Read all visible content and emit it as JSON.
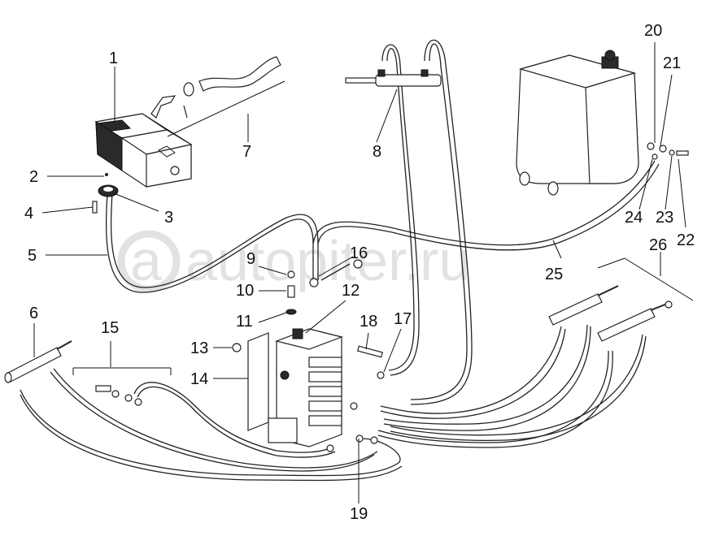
{
  "watermark": "autopiter.ru",
  "callouts": {
    "c1": "1",
    "c2": "2",
    "c3": "3",
    "c4": "4",
    "c5": "5",
    "c6": "6",
    "c7": "7",
    "c8": "8",
    "c9": "9",
    "c10": "10",
    "c11": "11",
    "c12": "12",
    "c13": "13",
    "c14": "14",
    "c15": "15",
    "c16": "16",
    "c17": "17",
    "c18": "18",
    "c19": "19",
    "c20": "20",
    "c21": "21",
    "c22": "22",
    "c23": "23",
    "c24": "24",
    "c25": "25",
    "c26": "26"
  }
}
